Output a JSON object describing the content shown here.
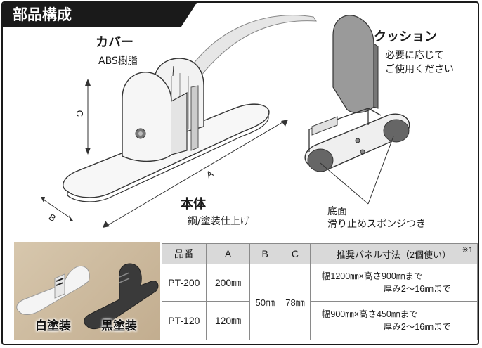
{
  "header": {
    "title": "部品構成"
  },
  "cover": {
    "name": "カバー",
    "material": "ABS樹脂"
  },
  "body": {
    "name": "本体",
    "finish": "鋼/塗装仕上げ"
  },
  "cushion": {
    "name": "クッション",
    "note_line1": "必要に応じて",
    "note_line2": "ご使用ください"
  },
  "pad": {
    "line1": "底面",
    "line2": "滑り止めスポンジつき"
  },
  "dimensions": {
    "a": "A",
    "b": "B",
    "c": "C"
  },
  "photo": {
    "white_label": "白塗装",
    "black_label": "黒塗装"
  },
  "table": {
    "headers": [
      "品番",
      "A",
      "B",
      "C",
      "推奨パネル寸法（2個使い）"
    ],
    "note_mark": "※1",
    "shared_b": "50㎜",
    "shared_c": "78㎜",
    "rows": [
      {
        "model": "PT-200",
        "a": "200㎜",
        "panel_line1": "幅1200㎜×高さ900㎜まで",
        "panel_line2": "厚み2～16㎜まで"
      },
      {
        "model": "PT-120",
        "a": "120㎜",
        "panel_line1": "幅900㎜×高さ450㎜まで",
        "panel_line2": "厚み2～16㎜まで"
      }
    ]
  }
}
